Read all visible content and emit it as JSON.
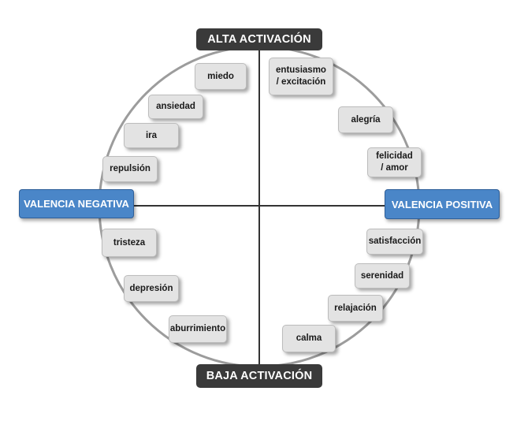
{
  "axes": {
    "top": "ALTA ACTIVACIÓN",
    "bottom": "BAJA ACTIVACIÓN",
    "left": "VALENCIA NEGATIVA",
    "right": "VALENCIA POSITIVA"
  },
  "emotions": {
    "miedo": "miedo",
    "ansiedad": "ansiedad",
    "ira": "ira",
    "repulsion": "repulsión",
    "tristeza": "tristeza",
    "depresion": "depresión",
    "aburrimiento": "aburrimiento",
    "entusiasmo": "entusiasmo\n/ excitación",
    "alegria": "alegría",
    "felicidad": "felicidad\n/ amor",
    "satisfaccion": "satisfacción",
    "serenidad": "serenidad",
    "relajacion": "relajación",
    "calma": "calma"
  }
}
